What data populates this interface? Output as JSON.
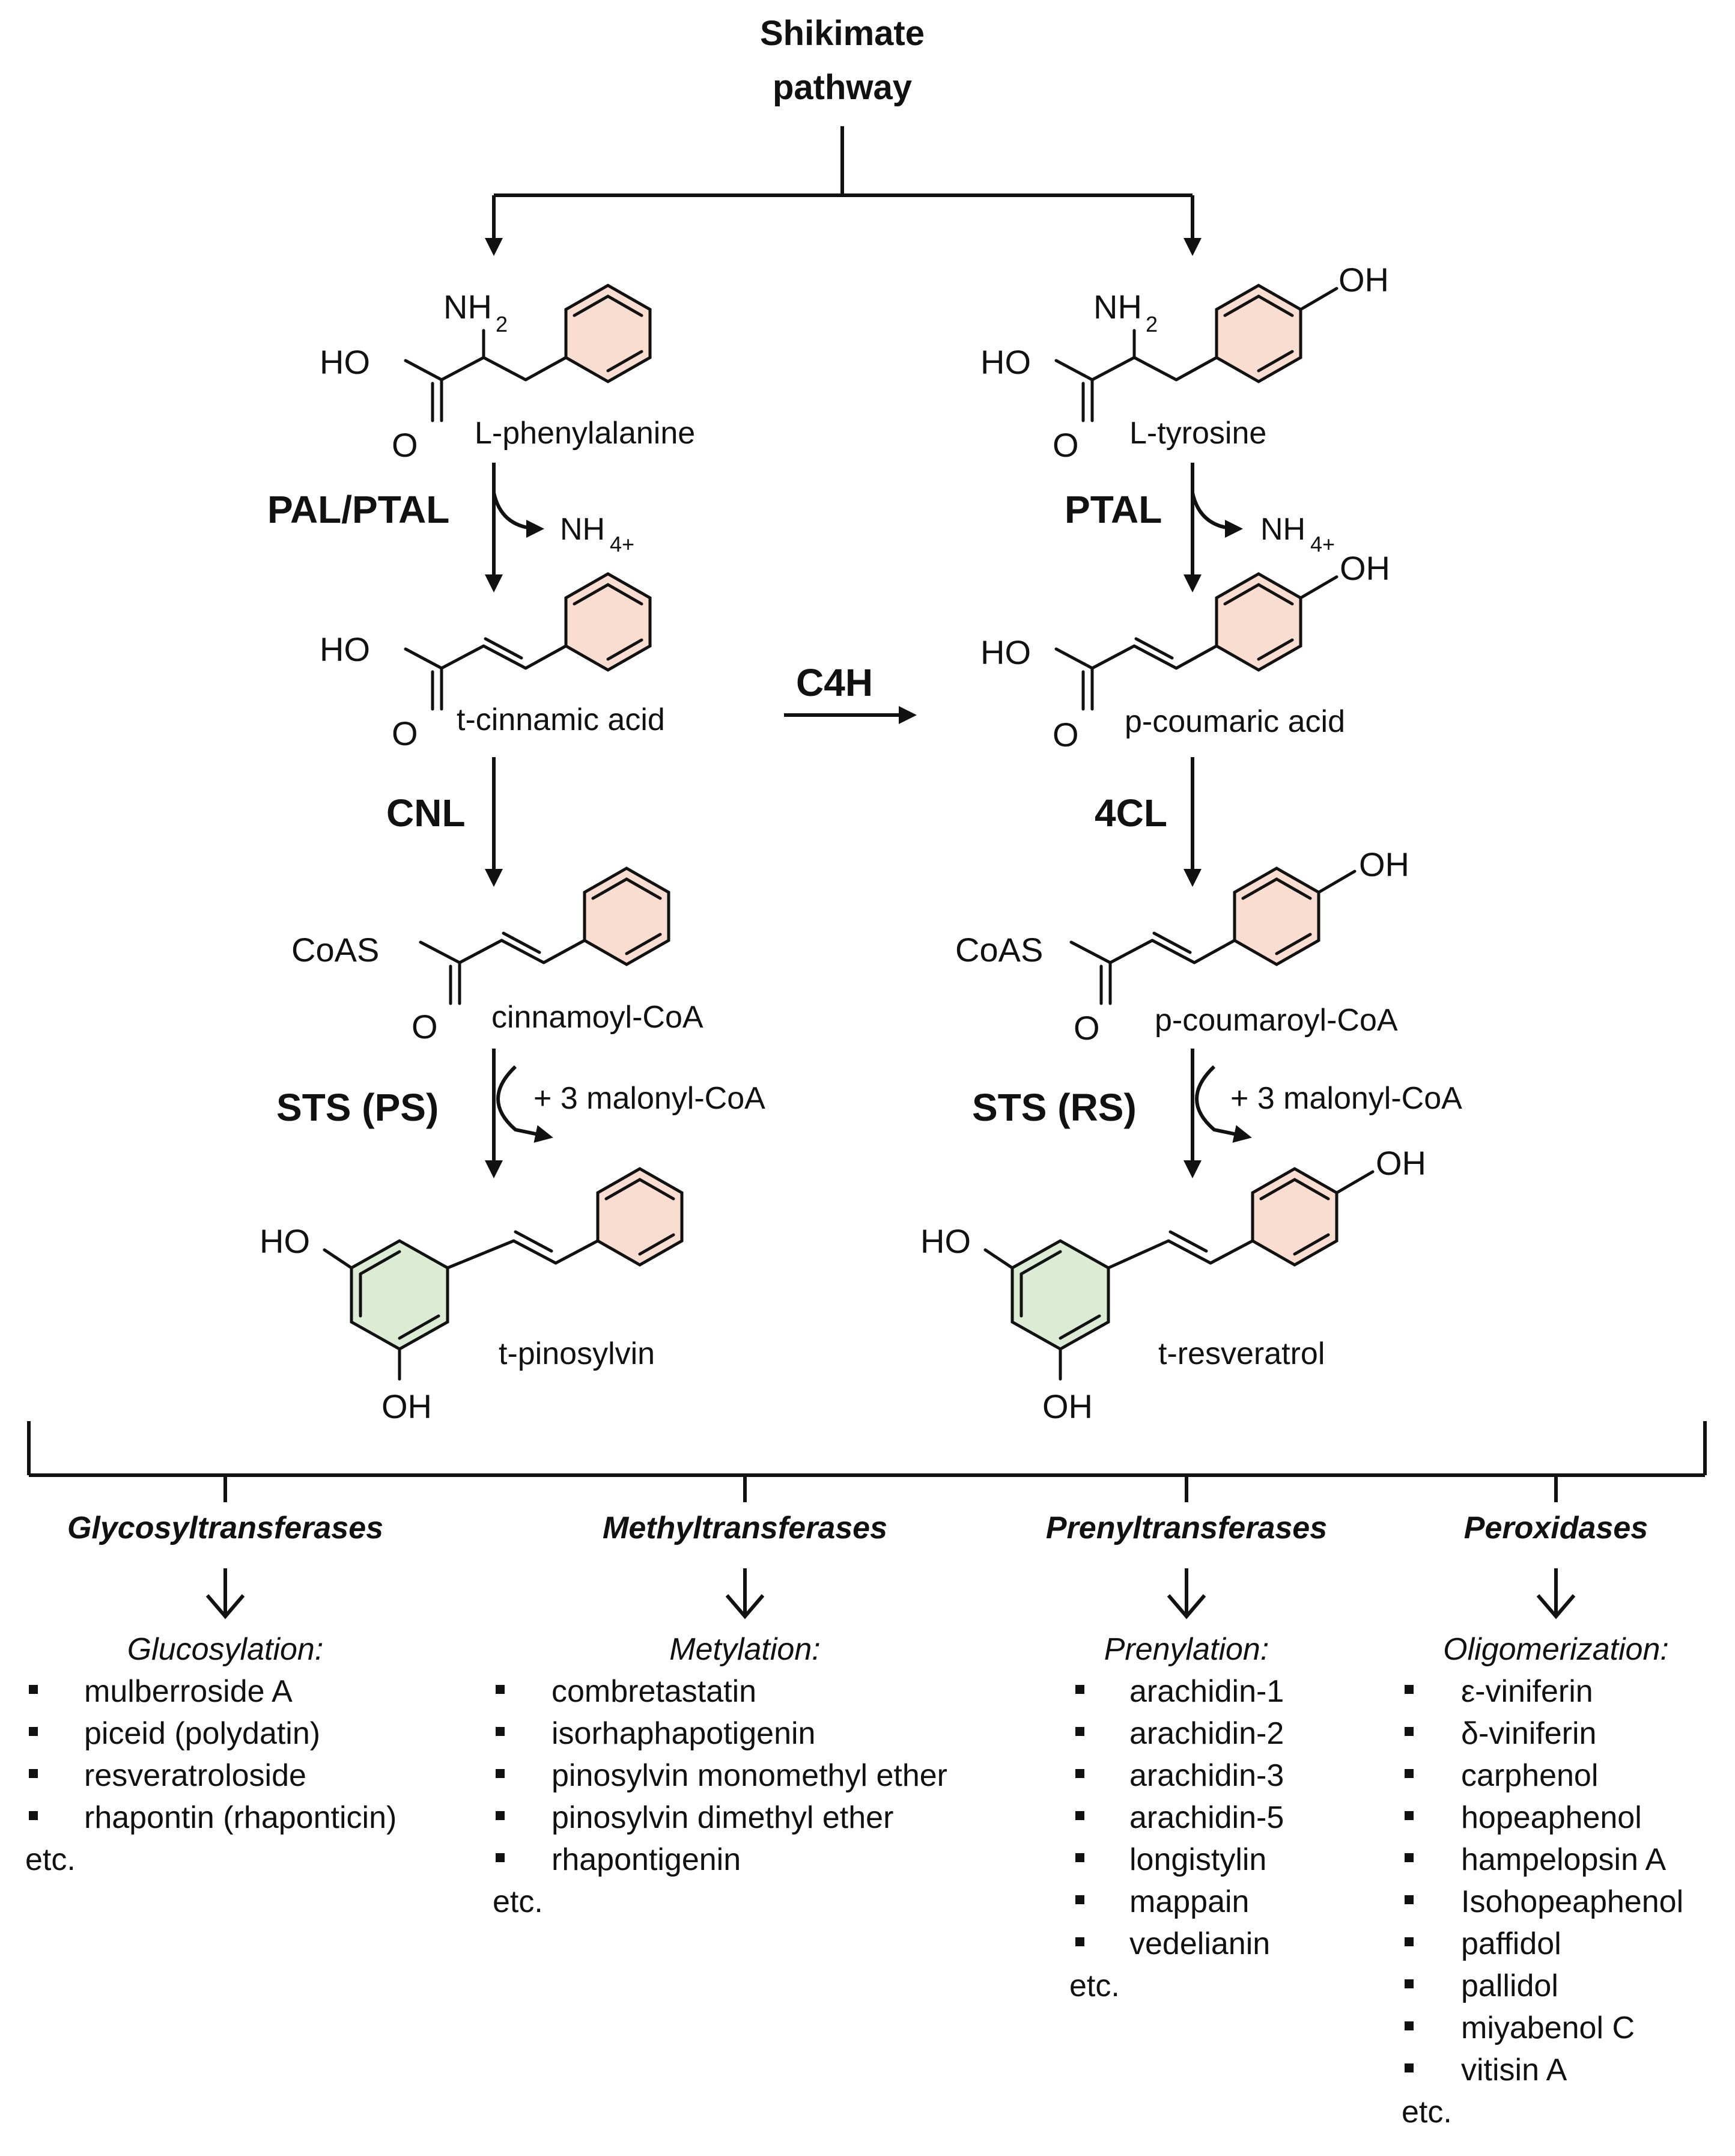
{
  "source": {
    "line1": "Shikimate",
    "line2": "pathway"
  },
  "compounds": {
    "phe": "L-phenylalanine",
    "tyr": "L-tyrosine",
    "cinnamic": "t-cinnamic acid",
    "coumaric": "p-coumaric acid",
    "cinnamoyl": "cinnamoyl-CoA",
    "coumaroyl": "p-coumaroyl-CoA",
    "pinosylvin": "t-pinosylvin",
    "resveratrol": "t-resveratrol"
  },
  "enzymes": {
    "pal": "PAL/PTAL",
    "ptal": "PTAL",
    "c4h": "C4H",
    "cnl": "CNL",
    "fourcl": "4CL",
    "sts_ps": "STS (PS)",
    "sts_rs": "STS (RS)"
  },
  "side_products": {
    "ammonium": "NH",
    "ammonium_sub": "4+",
    "malonyl": "+ 3 malonyl-CoA"
  },
  "atoms": {
    "nh": "NH",
    "nh_sub": "2",
    "ho": "HO",
    "oh": "OH",
    "o": "O",
    "coas": "CoAS"
  },
  "colors": {
    "phenyl_ring": "#f9ddd0",
    "resorcinol_ring": "#dcebd3"
  },
  "branches": [
    {
      "enzyme_class": "Glycosyltransferases",
      "process": "Glucosylation:",
      "items": [
        "mulberroside A",
        "piceid (polydatin)",
        "resveratroloside",
        "rhapontin (rhaponticin)"
      ],
      "more": "etc."
    },
    {
      "enzyme_class": "Methyltransferases",
      "process": "Metylation:",
      "items": [
        "combretastatin",
        "isorhaphapotigenin",
        "pinosylvin monomethyl ether",
        "pinosylvin dimethyl ether",
        "rhapontigenin"
      ],
      "more": "etc."
    },
    {
      "enzyme_class": "Prenyltransferases",
      "process": "Prenylation:",
      "items": [
        "arachidin-1",
        "arachidin-2",
        "arachidin-3",
        "arachidin-5",
        "longistylin",
        "mappain",
        "vedelianin"
      ],
      "more": "etc."
    },
    {
      "enzyme_class": "Peroxidases",
      "process": "Oligomerization:",
      "items": [
        "ε-viniferin",
        "δ-viniferin",
        "carphenol",
        "hopeaphenol",
        "hampelopsin A",
        "Isohopeaphenol",
        "paffidol",
        "pallidol",
        "miyabenol C",
        "vitisin A"
      ],
      "more": "etc."
    }
  ]
}
